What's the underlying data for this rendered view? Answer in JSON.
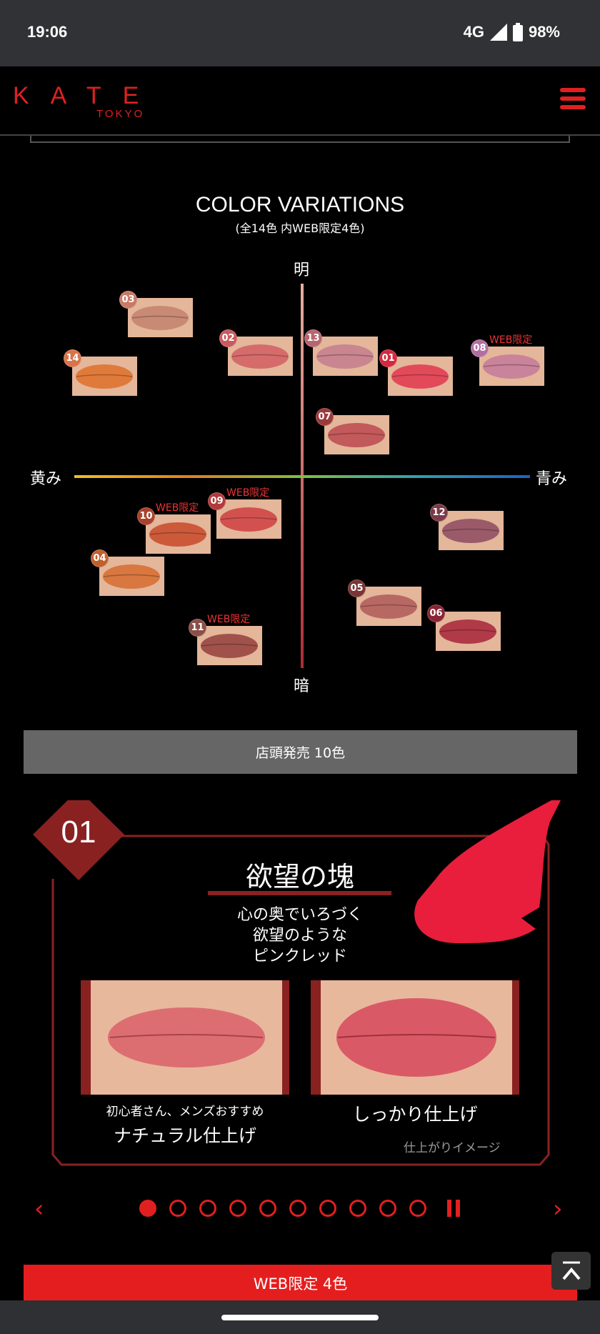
{
  "status": {
    "time": "19:06",
    "network": "4G",
    "battery": "98%"
  },
  "header": {
    "brand": "KATE",
    "brand_sub": "TOKYO"
  },
  "section": {
    "title": "COLOR VARIATIONS",
    "subtitle": "(全14色 内WEB限定4色)"
  },
  "map": {
    "top": "明",
    "bottom": "暗",
    "left": "黄み",
    "right": "青み",
    "web_label": "WEB限定",
    "swatches": [
      {
        "id": "03",
        "color": "#c98a75",
        "badge": "#c87a66",
        "web": false
      },
      {
        "id": "14",
        "color": "#e07a3a",
        "badge": "#d9734a",
        "web": false
      },
      {
        "id": "02",
        "color": "#d66b6b",
        "badge": "#c85a5e",
        "web": false
      },
      {
        "id": "13",
        "color": "#c98590",
        "badge": "#b7656f",
        "web": false
      },
      {
        "id": "01",
        "color": "#e24a5a",
        "badge": "#d4283e",
        "web": false
      },
      {
        "id": "08",
        "color": "#c9839a",
        "badge": "#b36ea0",
        "web": true
      },
      {
        "id": "07",
        "color": "#c2595a",
        "badge": "#9b3a3a",
        "web": false
      },
      {
        "id": "09",
        "color": "#d2514f",
        "badge": "#b23a3a",
        "web": true
      },
      {
        "id": "10",
        "color": "#cc5a3a",
        "badge": "#a8422c",
        "web": true
      },
      {
        "id": "04",
        "color": "#d8773f",
        "badge": "#c0602f",
        "web": false
      },
      {
        "id": "11",
        "color": "#a0524a",
        "badge": "#8a5048",
        "web": true
      },
      {
        "id": "12",
        "color": "#9a5a6a",
        "badge": "#7a3a48",
        "web": false
      },
      {
        "id": "05",
        "color": "#b86863",
        "badge": "#7a3434",
        "web": false
      },
      {
        "id": "06",
        "color": "#b03a48",
        "badge": "#8a2434",
        "web": false
      }
    ]
  },
  "store_button": "店頭発売 10色",
  "card": {
    "number": "01",
    "name": "欲望の塊",
    "desc": [
      "心の奥でいろづく",
      "欲望のような",
      "ピンクレッド"
    ],
    "left_caption_small": "初心者さん、メンズおすすめ",
    "left_caption": "ナチュラル仕上げ",
    "right_caption": "しっかり仕上げ",
    "note": "仕上がりイメージ",
    "accent": "#8a2121"
  },
  "carousel": {
    "count": 10,
    "active": 0
  },
  "web_button": "WEB限定 4色"
}
